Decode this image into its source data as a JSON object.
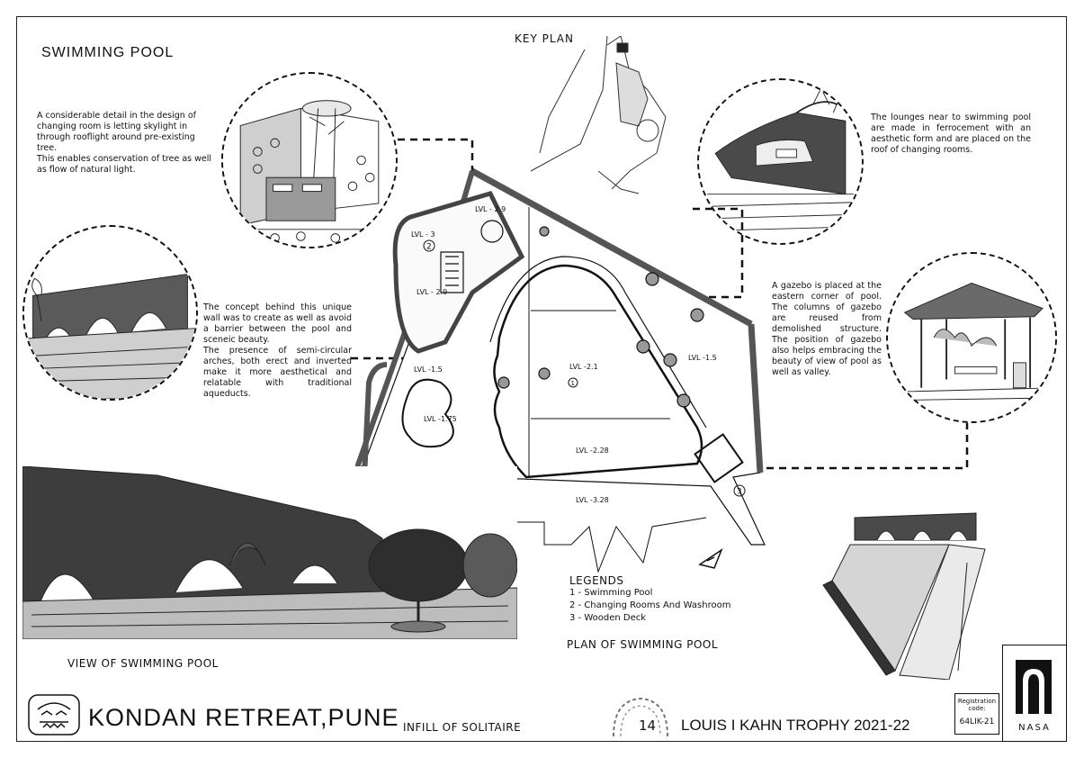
{
  "headings": {
    "swimming_pool": "SWIMMING POOL",
    "key_plan": "KEY PLAN",
    "view_of_swimming_pool": "VIEW OF SWIMMING POOL",
    "plan_of_swimming_pool": "PLAN OF SWIMMING POOL"
  },
  "notes": {
    "changing_room_1": "A considerable detail in the design of changing room is letting skylight in through rooflight around pre-existing tree.",
    "changing_room_2": "This enables conservation of tree as well as flow of natural light.",
    "lounges": "The lounges near to swimming pool are made in ferrocement with an aesthetic form and are placed on the roof of changing rooms.",
    "gazebo": "A gazebo is placed at the eastern corner of pool. The columns of gazebo are reused from demolished structure. The position of gazebo also helps embracing the beauty of view of pool as well as valley.",
    "wall_1": "The concept behind this unique wall was to create as well as avoid a barrier between the pool and sceneic beauty.",
    "wall_2": "The presence of semi-circular arches, both erect and inverted make it more aesthetical and relatable with traditional aqueducts."
  },
  "plan_labels": {
    "lvl_29_top": "LVL - 2.9",
    "lvl_3": "LVL - 3",
    "lvl_29_bottom": "LVL - 2.9",
    "lvl_15_left": "LVL -1.5",
    "lvl_175": "LVL -1.75",
    "lvl_21": "LVL -2.1",
    "lvl_15_right": "LVL -1.5",
    "lvl_228": "LVL -2.28",
    "lvl_328": "LVL -3.28",
    "marker_1": "1",
    "marker_2": "2",
    "marker_3": "3"
  },
  "legends": {
    "heading": "LEGENDS",
    "items": [
      "1 - Swimming Pool",
      "2 - Changing Rooms And Washroom",
      "3 - Wooden Deck"
    ]
  },
  "footer": {
    "project_title": "KONDAN RETREAT,PUNE",
    "subtitle": "INFILL OF SOLITAIRE",
    "sheet_number": "14",
    "trophy": "LOUIS I KAHN TROPHY 2021-22",
    "registration_label": "Registration code:",
    "registration_code": "64LIK-21",
    "nasa": "NASA"
  },
  "colors": {
    "ink": "#111111",
    "paper": "#ffffff",
    "sketch_gray": "#8a8a8a"
  }
}
